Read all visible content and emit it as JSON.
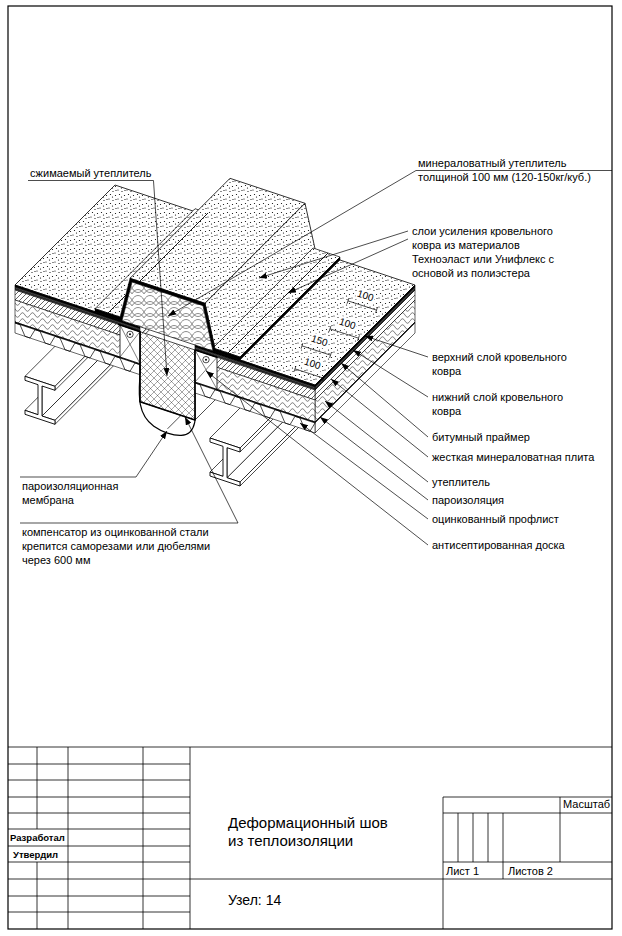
{
  "diagram": {
    "title": "Деформационный шов из теплоизоляции",
    "labels": [
      "сжимаемый утеплитель",
      "минераловатный утеплитель толщиной 100 мм (120-150кг/куб.)",
      "слои усиления кровельного ковра из материалов Техноэласт или Унифлекс с основой из полиэстера",
      "верхний слой кровельного ковра",
      "нижний слой кровельного ковра",
      "битумный праймер",
      "жесткая минераловатная плита",
      "утеплитель",
      "пароизоляция",
      "оцинкованный профлист",
      "антисептированная доска",
      "пароизоляционная мембрана",
      "компенсатор из оцинкованной стали крепится саморезами или дюбелями через 600 мм",
      "150",
      "100",
      "100",
      "100",
      "Разработал",
      "Утвердил",
      "Масштаб",
      "Лист 1",
      "Листов 2",
      "Узел: 14"
    ]
  }
}
